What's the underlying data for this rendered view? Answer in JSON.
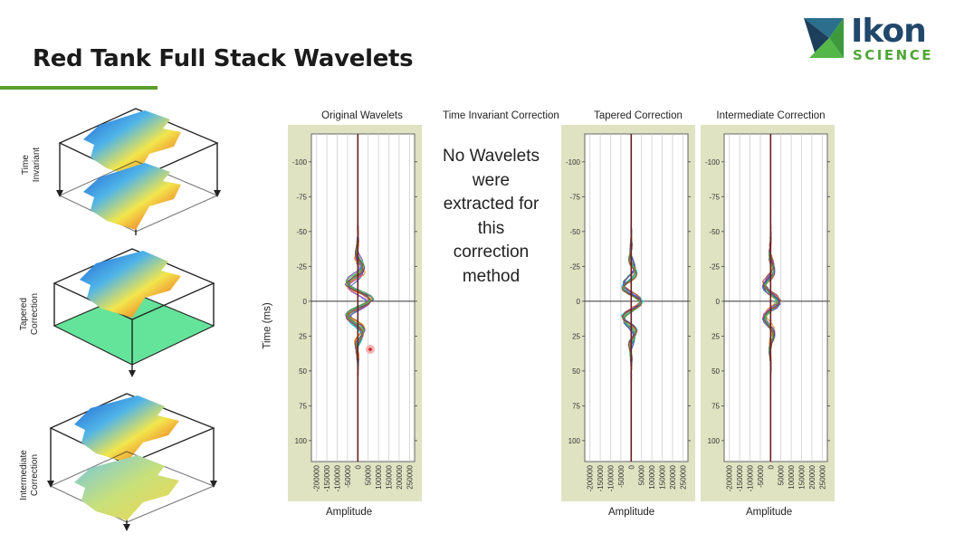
{
  "slide": {
    "title": "Red Tank Full Stack Wavelets"
  },
  "logo": {
    "word": "Ikon",
    "sub": "SCIENCE",
    "icon": "ikon-logo-icon"
  },
  "cubes": [
    {
      "label_line1": "Time",
      "label_line2": "Invariant"
    },
    {
      "label_line1": "Tapered",
      "label_line2": "Correction"
    },
    {
      "label_line1": "Intermediate",
      "label_line2": "Correction"
    }
  ],
  "panels": {
    "original": {
      "title": "Original Wavelets",
      "xlabel": "Amplitude",
      "ylabel": "Time (ms)"
    },
    "time_invariant": {
      "title": "Time Invariant Correction",
      "message_lines": [
        "No Wavelets",
        "were",
        "extracted for",
        "this",
        "correction",
        "method"
      ]
    },
    "tapered": {
      "title": "Tapered Correction",
      "xlabel": "Amplitude"
    },
    "intermediate": {
      "title": "Intermediate Correction",
      "xlabel": "Amplitude"
    }
  },
  "axes": {
    "y_ticks": [
      "-100",
      "-75",
      "-50",
      "-25",
      "0",
      "25",
      "50",
      "75",
      "100"
    ],
    "x_ticks": [
      "-200000",
      "-150000",
      "-100000",
      "-50000",
      "0",
      "50000",
      "100000",
      "150000",
      "200000",
      "250000"
    ]
  },
  "colors": {
    "accent_green": "#5a9e2c",
    "logo_blue": "#21486b",
    "plot_bg": "#dfe3c2",
    "flat_slice": "#64e39a"
  }
}
